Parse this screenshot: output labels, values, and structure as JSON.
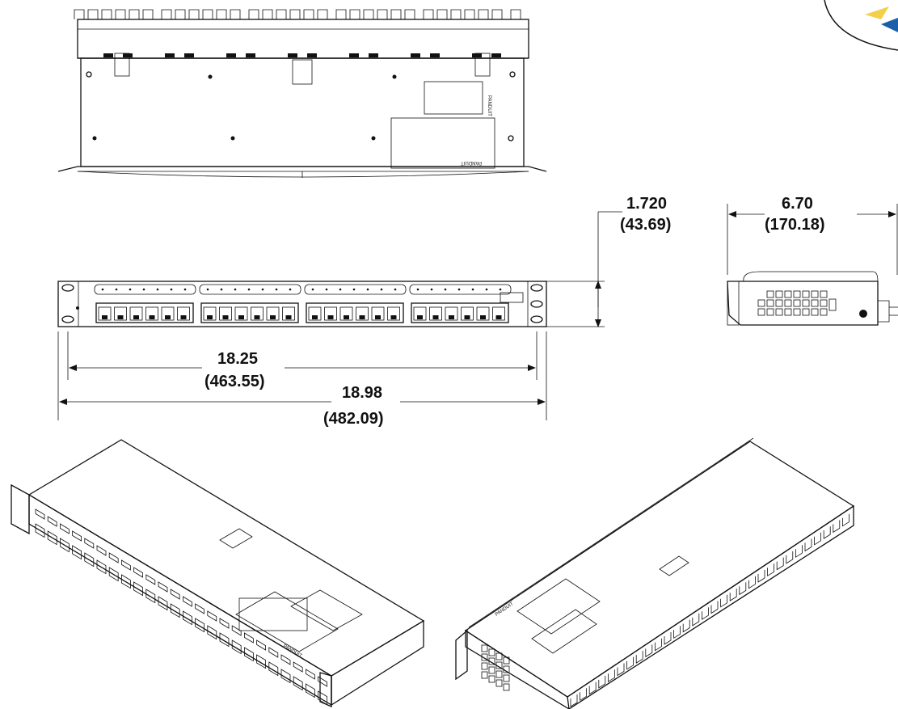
{
  "dimensions": {
    "height": {
      "inches": "1.720",
      "mm": "(43.69)"
    },
    "depth": {
      "inches": "6.70",
      "mm": "(170.18)"
    },
    "mounting_width": {
      "inches": "18.25",
      "mm": "(463.55)"
    },
    "overall_width": {
      "inches": "18.98",
      "mm": "(482.09)"
    }
  },
  "brand_label": "PANDUIT",
  "colors": {
    "line": "#111111",
    "background": "#ffffff",
    "logo_blue": "#1a5fa8",
    "logo_yellow": "#f2d04a"
  }
}
